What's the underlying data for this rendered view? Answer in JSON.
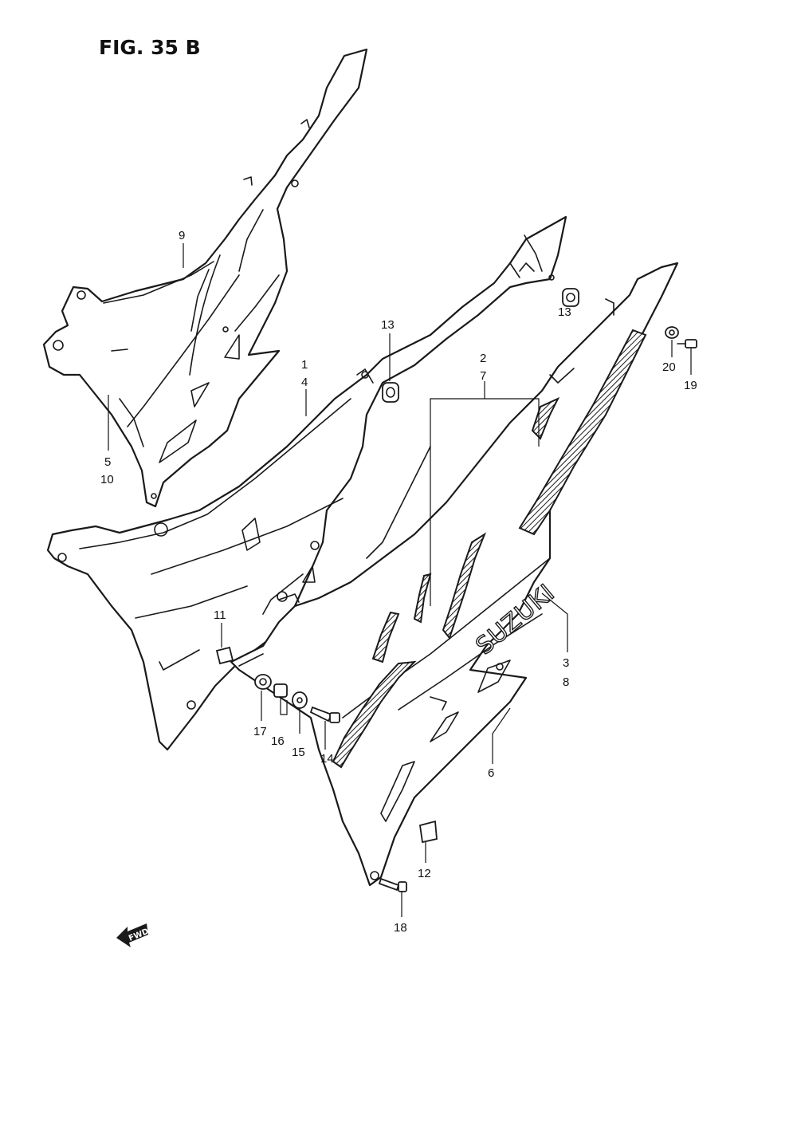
{
  "figure": {
    "title": "FIG. 35 B"
  },
  "logo_text": "SUZUKI",
  "direction_marker": {
    "text": "FWD"
  },
  "callouts": [
    {
      "id": "c-9",
      "text": "9"
    },
    {
      "id": "c-5",
      "text": "5"
    },
    {
      "id": "c-10",
      "text": "10"
    },
    {
      "id": "c-1",
      "text": "1"
    },
    {
      "id": "c-4",
      "text": "4"
    },
    {
      "id": "c-13a",
      "text": "13"
    },
    {
      "id": "c-13b",
      "text": "13"
    },
    {
      "id": "c-2",
      "text": "2"
    },
    {
      "id": "c-7",
      "text": "7"
    },
    {
      "id": "c-20",
      "text": "20"
    },
    {
      "id": "c-19",
      "text": "19"
    },
    {
      "id": "c-3",
      "text": "3"
    },
    {
      "id": "c-8",
      "text": "8"
    },
    {
      "id": "c-11",
      "text": "11"
    },
    {
      "id": "c-17",
      "text": "17"
    },
    {
      "id": "c-16",
      "text": "16"
    },
    {
      "id": "c-15",
      "text": "15"
    },
    {
      "id": "c-14",
      "text": "14"
    },
    {
      "id": "c-6",
      "text": "6"
    },
    {
      "id": "c-12",
      "text": "12"
    },
    {
      "id": "c-18",
      "text": "18"
    }
  ]
}
